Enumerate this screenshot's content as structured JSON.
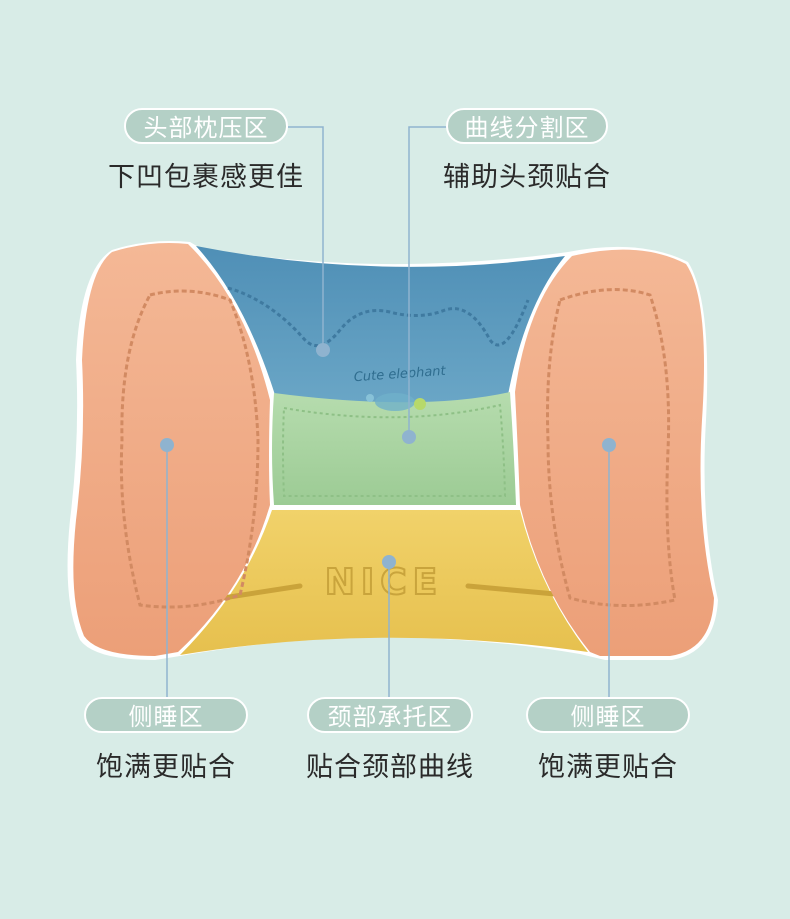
{
  "labels": {
    "head_zone": {
      "tag": "头部枕压区",
      "desc": "下凹包裹感更佳"
    },
    "curve_zone": {
      "tag": "曲线分割区",
      "desc": "辅助头颈贴合"
    },
    "side_left": {
      "tag": "侧睡区",
      "desc": "饱满更贴合"
    },
    "neck_zone": {
      "tag": "颈部承托区",
      "desc": "贴合颈部曲线"
    },
    "side_right": {
      "tag": "侧睡区",
      "desc": "饱满更贴合"
    }
  },
  "embroidery": {
    "top_text": "Cute elephant",
    "bottom_text": "NICE"
  },
  "colors": {
    "background": "#d8ece7",
    "side_panels": "#f0a882",
    "head_panel": "#5d9bbf",
    "neck_mid_panel": "#a9d6a4",
    "neck_bottom_panel": "#ecc95a",
    "marker": "#8fb3cf",
    "pill": "#b4d0c6"
  }
}
